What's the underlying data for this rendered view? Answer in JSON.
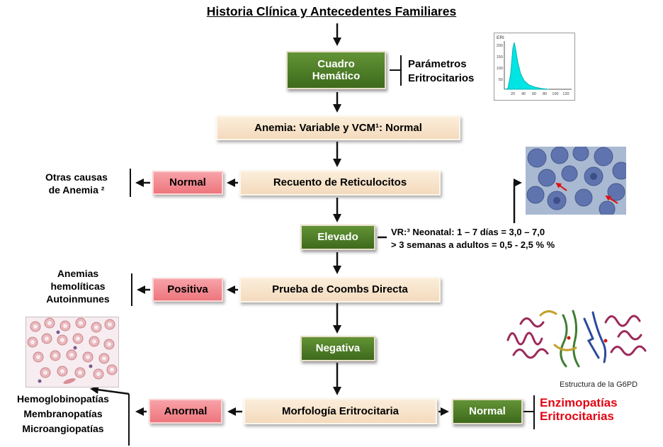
{
  "colors": {
    "green_box": "#4a7423",
    "beige_box": "#f8e4cc",
    "pink_box": "#f2858d",
    "red_text": "#e30613"
  },
  "title": "Historia Clínica y Antecedentes Familiares",
  "flow": {
    "cuadro_hematico": "Cuadro\nHemático",
    "parametros": "Parámetros\nEritrocitarios",
    "anemia": "Anemia: Variable y VCM¹: Normal",
    "recuento": "Recuento de Reticulocitos",
    "normal_reticulocitos": "Normal",
    "otras_causas": "Otras causas\nde Anemia ²",
    "elevado": "Elevado",
    "vr": "VR:³ Neonatal: 1 – 7 días = 3,0 – 7,0\n> 3 semanas a adultos = 0,5 - 2,5 % %",
    "coombs": "Prueba de Coombs Directa",
    "positiva": "Positiva",
    "anemias_autoinmunes": "Anemias\nhemolíticas\nAutoinmunes",
    "negativa": "Negativa",
    "morfologia": "Morfología Eritrocitaria",
    "anormal": "Anormal",
    "hemopatias": "Hemoglobinopatías\nMembranopatías\nMicroangiopatías",
    "normal_morfologia": "Normal",
    "enzimopatias": "Enzimopatías\nEritrocitarias"
  },
  "eri_chart": {
    "type": "area",
    "label": "ERI",
    "y_ticks": [
      "200",
      "150",
      "100",
      "50"
    ],
    "x_ticks": [
      "20",
      "40",
      "60",
      "80",
      "100",
      "120"
    ]
  },
  "g6pd_caption": "Estructura de la G6PD"
}
